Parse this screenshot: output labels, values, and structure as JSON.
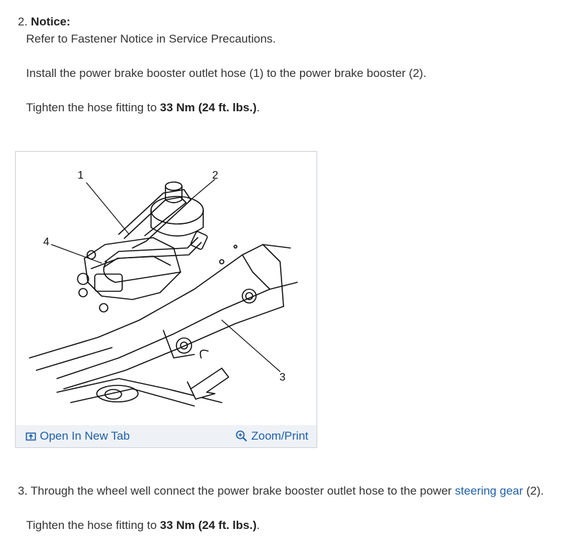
{
  "step2": {
    "number": "2.",
    "notice_label": "Notice:",
    "notice_text": "Refer to Fastener Notice in Service Precautions.",
    "install_text": "Install the power brake booster outlet hose (1) to the power brake booster (2).",
    "tighten_prefix": "Tighten the hose fitting to ",
    "tighten_value": "33 Nm (24 ft. lbs.)",
    "tighten_suffix": "."
  },
  "figure": {
    "callouts": [
      "1",
      "2",
      "3",
      "4"
    ],
    "open_tab_label": "Open In New Tab",
    "zoom_label": "Zoom/Print"
  },
  "step3": {
    "number": "3.",
    "text_prefix": "Through the wheel well connect the power brake booster outlet hose to the power ",
    "link_text": "steering gear",
    "text_suffix": " (2).",
    "tighten_prefix": "Tighten the hose fitting to ",
    "tighten_value": "33 Nm (24 ft. lbs.)",
    "tighten_suffix": "."
  },
  "colors": {
    "link": "#1f5fa8",
    "text": "#333333",
    "bar": "#eef2f6"
  }
}
